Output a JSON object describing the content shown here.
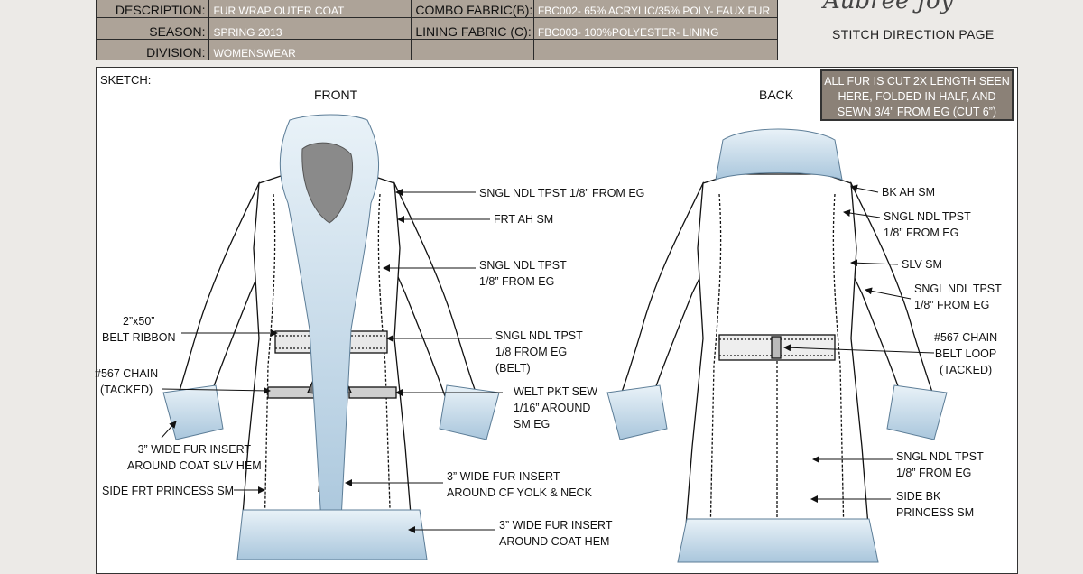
{
  "header": {
    "rows": [
      {
        "label": "DESCRIPTION:",
        "value": "FUR WRAP OUTER COAT",
        "label2": "COMBO FABRIC(B):",
        "value2": "FBC002- 65% ACRYLIC/35% POLY- FAUX FUR"
      },
      {
        "label": "SEASON:",
        "value": "SPRING 2013",
        "label2": "LINING FABRIC (C):",
        "value2": "FBC003- 100%POLYESTER- LINING"
      },
      {
        "label": "DIVISION:",
        "value": "WOMENSWEAR",
        "label2": "",
        "value2": ""
      }
    ],
    "brand": "Aubree Joy",
    "page_title": "STITCH DIRECTION PAGE"
  },
  "sketch": {
    "label": "SKETCH:",
    "front_label": "FRONT",
    "back_label": "BACK",
    "note": [
      "ALL FUR IS CUT 2X LENGTH SEEN",
      "HERE, FOLDED IN HALF, AND",
      "SEWN 3/4” FROM EG (CUT 6”)"
    ]
  },
  "callouts": {
    "front": [
      {
        "id": "c1",
        "lines": [
          "SNGL NDL TPST 1/8” FROM EG"
        ]
      },
      {
        "id": "c2",
        "lines": [
          "FRT AH SM"
        ]
      },
      {
        "id": "c3",
        "lines": [
          "SNGL NDL TPST",
          "1/8” FROM EG"
        ]
      },
      {
        "id": "c4",
        "lines": [
          "2”x50”",
          "BELT RIBBON"
        ]
      },
      {
        "id": "c5",
        "lines": [
          "SNGL NDL TPST",
          "1/8 FROM EG",
          "(BELT)"
        ]
      },
      {
        "id": "c6",
        "lines": [
          "#567 CHAIN",
          "(TACKED)"
        ]
      },
      {
        "id": "c7",
        "lines": [
          "WELT PKT SEW",
          "1/16” AROUND",
          "SM EG"
        ]
      },
      {
        "id": "c8",
        "lines": [
          "3” WIDE FUR INSERT",
          "AROUND COAT SLV HEM"
        ]
      },
      {
        "id": "c9",
        "lines": [
          "3” WIDE FUR INSERT",
          "AROUND CF YOLK & NECK"
        ]
      },
      {
        "id": "c10",
        "lines": [
          "SIDE FRT PRINCESS SM"
        ]
      },
      {
        "id": "c11",
        "lines": [
          "3” WIDE FUR INSERT",
          "AROUND COAT HEM"
        ]
      }
    ],
    "back": [
      {
        "id": "b1",
        "lines": [
          "BK AH SM"
        ]
      },
      {
        "id": "b2",
        "lines": [
          "SNGL NDL TPST",
          "1/8” FROM EG"
        ]
      },
      {
        "id": "b3",
        "lines": [
          "SLV SM"
        ]
      },
      {
        "id": "b4",
        "lines": [
          "SNGL NDL TPST",
          "1/8” FROM EG"
        ]
      },
      {
        "id": "b5",
        "lines": [
          "#567 CHAIN",
          "BELT LOOP",
          "(TACKED)"
        ]
      },
      {
        "id": "b6",
        "lines": [
          "SNGL NDL TPST",
          "1/8” FROM EG"
        ]
      },
      {
        "id": "b7",
        "lines": [
          "SIDE BK",
          "PRINCESS SM"
        ]
      }
    ]
  },
  "colors": {
    "header_bg": "#ada398",
    "note_bg": "#8b8177",
    "fur": "#b9d3e6"
  }
}
